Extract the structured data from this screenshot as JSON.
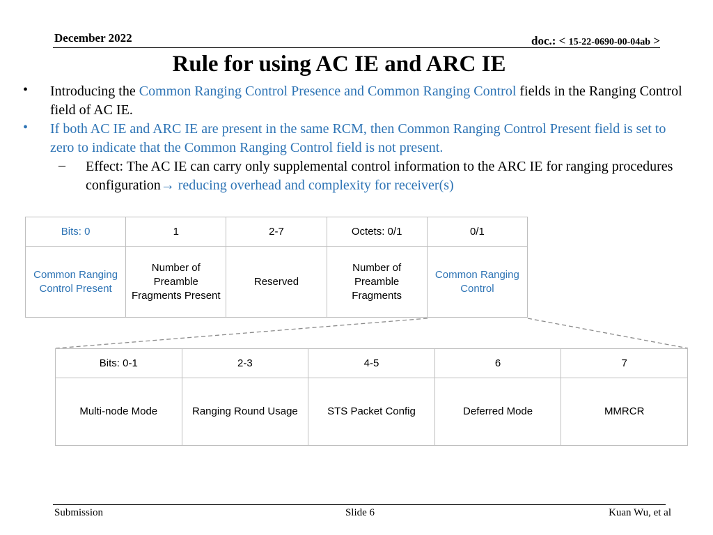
{
  "header": {
    "date": "December 2022",
    "doc_label": "doc.: < ",
    "doc_number": "15-22-0690-00-04ab",
    "doc_end": " >"
  },
  "title": "Rule for using AC IE and ARC IE",
  "bullets": {
    "b1_mark": "•",
    "b1_pre": "Introducing the ",
    "b1_blue": "Common Ranging Control Presence and Common Ranging Control",
    "b1_post": " fields in the Ranging Control field of AC IE.",
    "b2_mark": "•",
    "b2_text": "If both AC IE and ARC IE are present in the same RCM, then Common Ranging Control Present field is set to zero to indicate that the Common Ranging Control field is not present.",
    "sub_mark": "–",
    "sub_pre": "Effect: The AC IE can carry only supplemental control information to the ARC IE for ranging procedures configuration",
    "sub_arrow": "→",
    "sub_blue": " reducing overhead and complexity for receiver(s)"
  },
  "table1": {
    "bits": [
      "Bits: 0",
      "1",
      "2-7",
      "Octets: 0/1",
      "0/1"
    ],
    "fields": [
      "Common Ranging Control Present",
      "Number of Preamble Fragments Present",
      "Reserved",
      "Number of Preamble Fragments",
      "Common Ranging Control"
    ]
  },
  "table2": {
    "bits": [
      "Bits: 0-1",
      "2-3",
      "4-5",
      "6",
      "7"
    ],
    "fields": [
      "Multi-node Mode",
      "Ranging Round Usage",
      "STS Packet Config",
      "Deferred Mode",
      "MMRCR"
    ]
  },
  "footer": {
    "left": "Submission",
    "center": "Slide 6",
    "right": "Kuan Wu, et al"
  },
  "colors": {
    "accent_blue": "#2e74b5",
    "table_border": "#bfbfbf"
  }
}
